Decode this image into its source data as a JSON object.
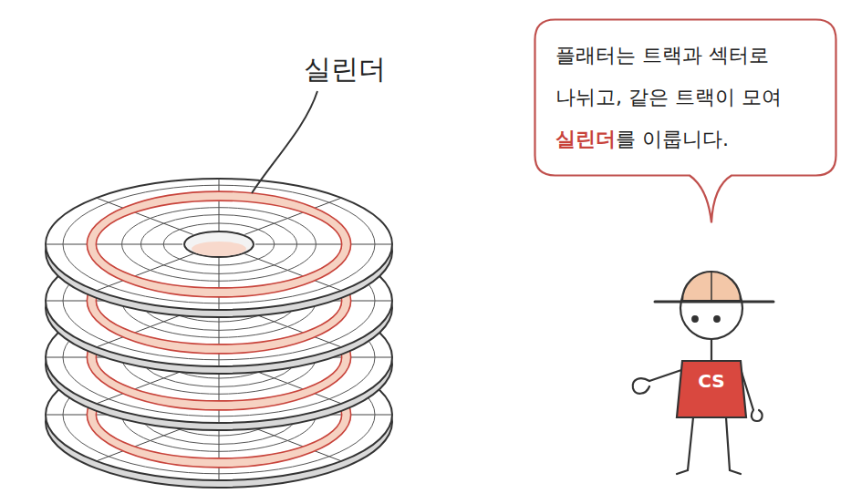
{
  "diagram": {
    "nodes": [
      {
        "text": [
          "플래터는 트랙과 섹터로 나뉘고, 같은 트랙이 모여 실린더를 이룹니다."
        ]
      }
    ],
    "labels": [
      "실린더",
      "CS"
    ]
  }
}
